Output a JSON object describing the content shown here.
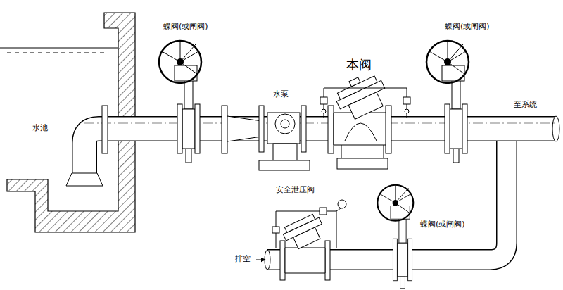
{
  "diagram": {
    "labels": [
      "蝶阀(或闸阀)",
      "蝶阀(或闸阀)",
      "本阀",
      "水泵",
      "水池",
      "至系统",
      "安全泄压阀",
      "蝶阀(或闸阀)",
      "排空"
    ]
  }
}
